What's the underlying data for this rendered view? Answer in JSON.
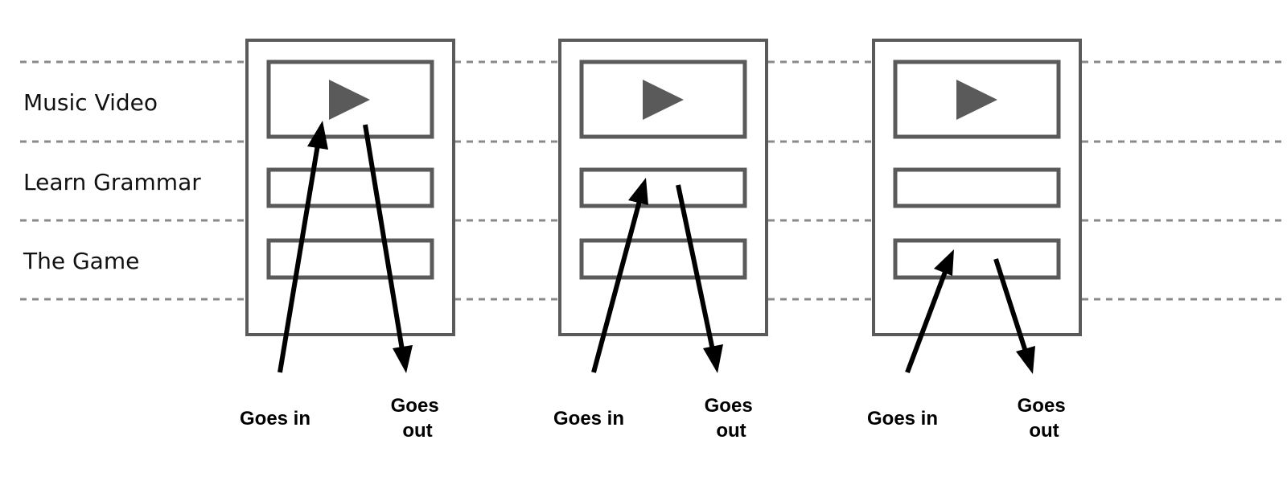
{
  "rows": [
    {
      "label": "Music Video"
    },
    {
      "label": "Learn Grammar"
    },
    {
      "label": "The Game"
    }
  ],
  "panels": [
    {
      "in_label": "Goes in",
      "out_label": [
        "Goes",
        "out"
      ],
      "entry_row": "Music Video"
    },
    {
      "in_label": "Goes in",
      "out_label": [
        "Goes",
        "out"
      ],
      "entry_row": "Learn Grammar"
    },
    {
      "in_label": "Goes in",
      "out_label": [
        "Goes",
        "out"
      ],
      "entry_row": "The Game"
    }
  ],
  "icons": {
    "play": "play-icon",
    "arrow_in": "arrow-up-icon",
    "arrow_out": "arrow-down-icon"
  },
  "colors": {
    "outline": "#5a5a5a",
    "guide": "#8a8a8a",
    "arrow": "#000000"
  }
}
